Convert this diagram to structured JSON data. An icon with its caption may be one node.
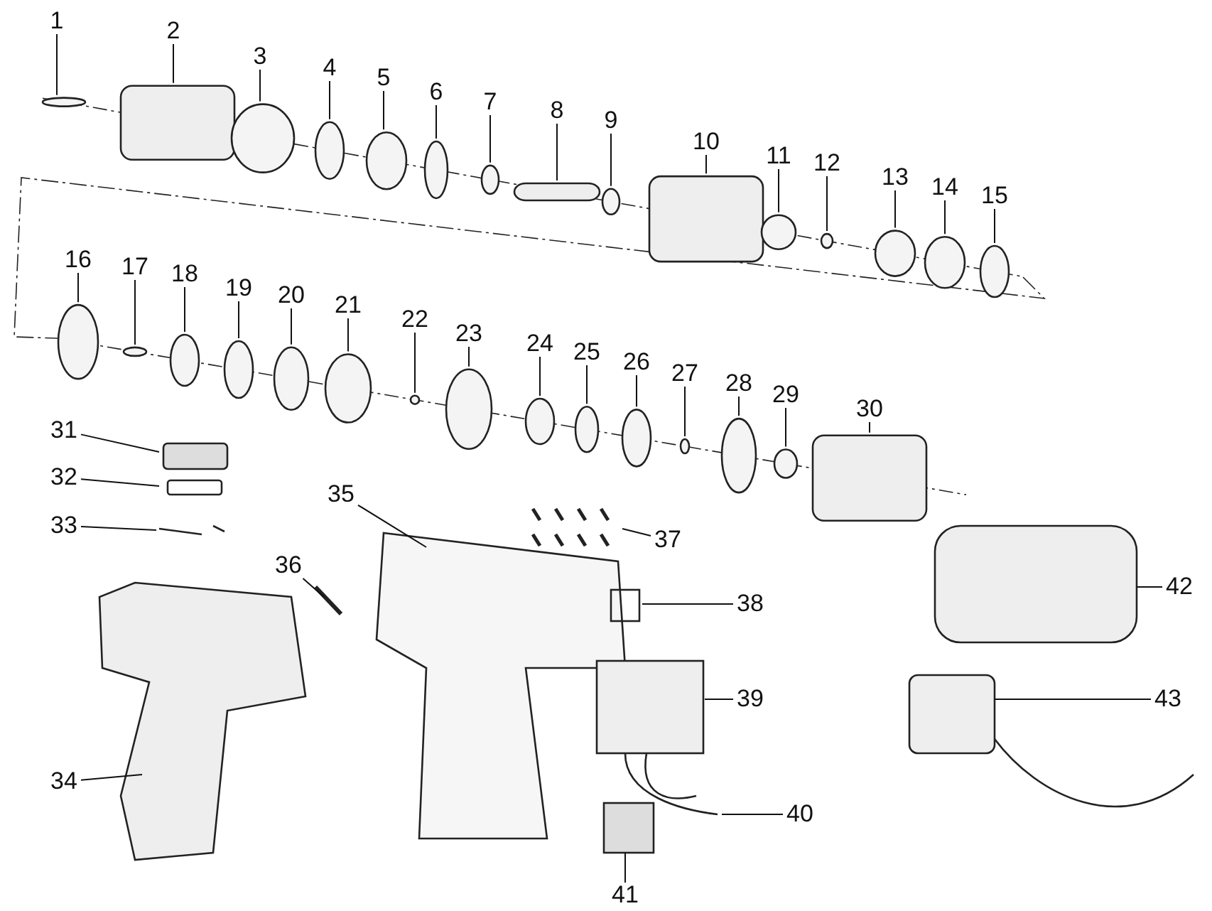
{
  "diagram": {
    "nodes": [
      {
        "text": [
          "1"
        ]
      },
      {
        "text": [
          "2"
        ]
      },
      {
        "text": [
          "3"
        ]
      },
      {
        "text": [
          "4"
        ]
      },
      {
        "text": [
          "5"
        ]
      },
      {
        "text": [
          "6"
        ]
      },
      {
        "text": [
          "7"
        ]
      },
      {
        "text": [
          "8"
        ]
      },
      {
        "text": [
          "9"
        ]
      },
      {
        "text": [
          "10"
        ]
      },
      {
        "text": [
          "11"
        ]
      },
      {
        "text": [
          "12"
        ]
      },
      {
        "text": [
          "13"
        ]
      },
      {
        "text": [
          "14"
        ]
      },
      {
        "text": [
          "15"
        ]
      },
      {
        "text": [
          "16"
        ]
      },
      {
        "text": [
          "17"
        ]
      },
      {
        "text": [
          "18"
        ]
      },
      {
        "text": [
          "19"
        ]
      },
      {
        "text": [
          "20"
        ]
      },
      {
        "text": [
          "21"
        ]
      },
      {
        "text": [
          "22"
        ]
      },
      {
        "text": [
          "23"
        ]
      },
      {
        "text": [
          "24"
        ]
      },
      {
        "text": [
          "25"
        ]
      },
      {
        "text": [
          "26"
        ]
      },
      {
        "text": [
          "27"
        ]
      },
      {
        "text": [
          "28"
        ]
      },
      {
        "text": [
          "29"
        ]
      },
      {
        "text": [
          "30"
        ]
      },
      {
        "text": [
          "31"
        ]
      },
      {
        "text": [
          "32"
        ]
      },
      {
        "text": [
          "33"
        ]
      },
      {
        "text": [
          "34"
        ]
      },
      {
        "text": [
          "35"
        ]
      },
      {
        "text": [
          "36"
        ]
      },
      {
        "text": [
          "37"
        ]
      },
      {
        "text": [
          "38"
        ]
      },
      {
        "text": [
          "39"
        ]
      },
      {
        "text": [
          "40"
        ]
      },
      {
        "text": [
          "41"
        ]
      },
      {
        "text": [
          "42"
        ]
      },
      {
        "text": [
          "43"
        ]
      }
    ],
    "edges": [
      {
        "from": 0,
        "to": null,
        "arrow": "none"
      },
      {
        "from": 1,
        "to": null,
        "arrow": "none"
      },
      {
        "from": 2,
        "to": null,
        "arrow": "none"
      },
      {
        "from": 3,
        "to": null,
        "arrow": "none"
      },
      {
        "from": 4,
        "to": null,
        "arrow": "none"
      },
      {
        "from": 5,
        "to": null,
        "arrow": "none"
      },
      {
        "from": 6,
        "to": null,
        "arrow": "none"
      },
      {
        "from": 7,
        "to": null,
        "arrow": "none"
      },
      {
        "from": 8,
        "to": null,
        "arrow": "none"
      },
      {
        "from": 9,
        "to": null,
        "arrow": "none"
      },
      {
        "from": 10,
        "to": null,
        "arrow": "none"
      },
      {
        "from": 11,
        "to": null,
        "arrow": "none"
      },
      {
        "from": 12,
        "to": null,
        "arrow": "none"
      },
      {
        "from": 13,
        "to": null,
        "arrow": "none"
      },
      {
        "from": 14,
        "to": null,
        "arrow": "none"
      },
      {
        "from": 15,
        "to": null,
        "arrow": "none"
      },
      {
        "from": 16,
        "to": null,
        "arrow": "none"
      },
      {
        "from": 17,
        "to": null,
        "arrow": "none"
      },
      {
        "from": 18,
        "to": null,
        "arrow": "none"
      },
      {
        "from": 19,
        "to": null,
        "arrow": "none"
      },
      {
        "from": 20,
        "to": null,
        "arrow": "none"
      },
      {
        "from": 21,
        "to": null,
        "arrow": "none"
      },
      {
        "from": 22,
        "to": null,
        "arrow": "none"
      },
      {
        "from": 23,
        "to": null,
        "arrow": "none"
      },
      {
        "from": 24,
        "to": null,
        "arrow": "none"
      },
      {
        "from": 25,
        "to": null,
        "arrow": "none"
      },
      {
        "from": 26,
        "to": null,
        "arrow": "none"
      },
      {
        "from": 27,
        "to": null,
        "arrow": "none"
      },
      {
        "from": 28,
        "to": null,
        "arrow": "none"
      },
      {
        "from": 29,
        "to": null,
        "arrow": "none"
      },
      {
        "from": 30,
        "to": null,
        "arrow": "none"
      },
      {
        "from": 31,
        "to": null,
        "arrow": "none"
      },
      {
        "from": 32,
        "to": null,
        "arrow": "none"
      },
      {
        "from": 33,
        "to": null,
        "arrow": "none"
      },
      {
        "from": 34,
        "to": null,
        "arrow": "none"
      },
      {
        "from": 35,
        "to": null,
        "arrow": "none"
      },
      {
        "from": 36,
        "to": null,
        "arrow": "none"
      },
      {
        "from": 37,
        "to": null,
        "arrow": "none"
      },
      {
        "from": 38,
        "to": null,
        "arrow": "none"
      },
      {
        "from": 39,
        "to": null,
        "arrow": "none"
      },
      {
        "from": 40,
        "to": null,
        "arrow": "none"
      },
      {
        "from": 41,
        "to": null,
        "arrow": "none"
      },
      {
        "from": 42,
        "to": null,
        "arrow": "none"
      }
    ]
  }
}
